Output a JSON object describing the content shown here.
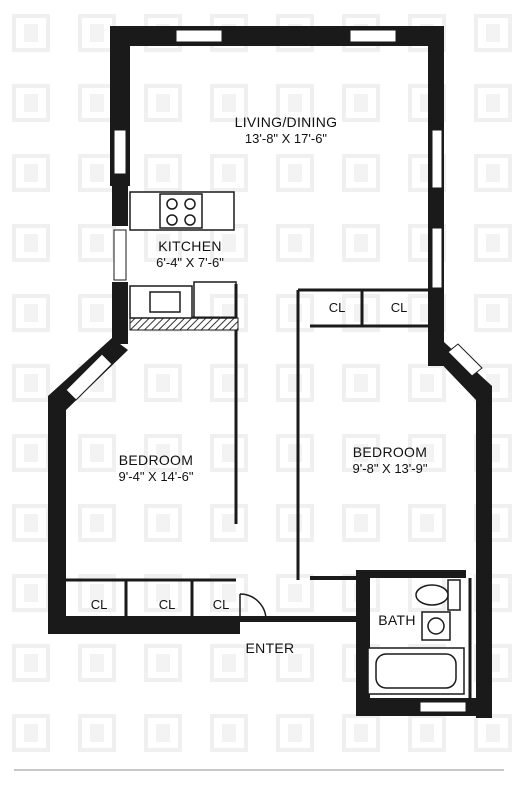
{
  "rooms": {
    "living": {
      "name": "LIVING/DINING",
      "dims": "13'-8\" X 17'-6\""
    },
    "kitchen": {
      "name": "KITCHEN",
      "dims": "6'-4\" X 7'-6\""
    },
    "bedroom_left": {
      "name": "BEDROOM",
      "dims": "9'-4\" X 14'-6\""
    },
    "bedroom_right": {
      "name": "BEDROOM",
      "dims": "9'-8\" X 13'-9\""
    },
    "bath": {
      "name": "BATH"
    }
  },
  "closets": {
    "label": "CL"
  },
  "entry": {
    "label": "ENTER"
  }
}
